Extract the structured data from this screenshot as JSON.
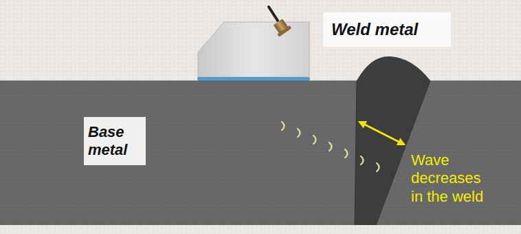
{
  "diagram": {
    "nodes": [
      {
        "text": [
          "Weld metal"
        ]
      },
      {
        "text": [
          "Base metal"
        ]
      }
    ],
    "labels": [
      "Wave decreases in the weld"
    ]
  }
}
